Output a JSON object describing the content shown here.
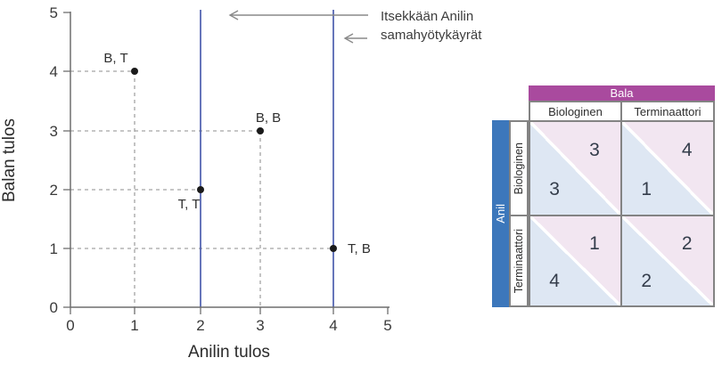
{
  "chart_data": {
    "type": "scatter",
    "xlabel": "Anilin tulos",
    "ylabel": "Balan tulos",
    "xlim": [
      0,
      5
    ],
    "ylim": [
      0,
      5
    ],
    "xticks": [
      "0",
      "1",
      "2",
      "3",
      "4",
      "5"
    ],
    "yticks": [
      "0",
      "1",
      "2",
      "3",
      "4",
      "5"
    ],
    "grid": "dashed projections from each point to both axes",
    "points": [
      {
        "x": 1,
        "y": 4,
        "label": "B, T",
        "label_pos": "above-left"
      },
      {
        "x": 3,
        "y": 3,
        "label": "B, B",
        "label_pos": "above-right"
      },
      {
        "x": 2,
        "y": 2,
        "label": "T, T",
        "label_pos": "below-left"
      },
      {
        "x": 4,
        "y": 1,
        "label": "T, B",
        "label_pos": "right"
      }
    ],
    "vlines": {
      "x_values": [
        2,
        4
      ],
      "color": "#4053a8"
    },
    "annotation": {
      "line1": "Itsekkään Anilin",
      "line2": "samahyötykäyrät"
    },
    "point_color": "#1a1a1a",
    "dash_color": "#a3a3a3",
    "axis_color": "#6e6e6e",
    "arrow_color": "#8a8a8a"
  },
  "matrix": {
    "col_player": "Bala",
    "row_player": "Anil",
    "col_labels": [
      "Biologinen",
      "Terminaattori"
    ],
    "row_labels": [
      "Biologinen",
      "Terminaattori"
    ],
    "cells": [
      [
        {
          "anil": "3",
          "bala": "3"
        },
        {
          "anil": "1",
          "bala": "4"
        }
      ],
      [
        {
          "anil": "4",
          "bala": "1"
        },
        {
          "anil": "2",
          "bala": "2"
        }
      ]
    ],
    "colors": {
      "header_magenta": "#a94a9e",
      "side_blue": "#3c77bb",
      "cell_pink": "#f2e6f1",
      "cell_blue": "#dee7f3",
      "border_gray": "#838383"
    }
  }
}
